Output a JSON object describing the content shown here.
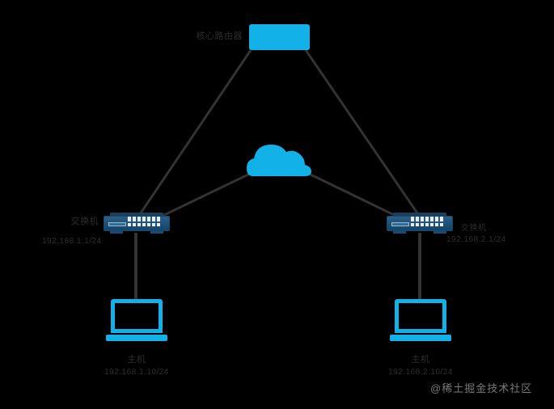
{
  "diagram": {
    "title": "network-topology-diagram",
    "background_color": "#000000",
    "accent_color": "#12b1e8",
    "device_color": "#1d4f77",
    "line_color": "#333333",
    "label_color": "#2d2d2d"
  },
  "nodes": {
    "router": {
      "label": "核心路由器",
      "type": "router",
      "color": "#12b1e8"
    },
    "cloud": {
      "label": "",
      "type": "cloud",
      "color": "#12b1e8"
    },
    "switch_left": {
      "label": "交换机",
      "sub_label": "192.168.1.1/24",
      "type": "switch"
    },
    "switch_right": {
      "label": "交换机",
      "sub_label": "192.168.2.1/24",
      "type": "switch"
    },
    "pc_left": {
      "label": "主机",
      "sub_label": "192.168.1.10/24",
      "type": "laptop"
    },
    "pc_right": {
      "label": "主机",
      "sub_label": "192.168.2.10/24",
      "type": "laptop"
    }
  },
  "links": [
    {
      "from": "switch_left",
      "to": "router"
    },
    {
      "from": "switch_right",
      "to": "router"
    },
    {
      "from": "switch_left",
      "to": "cloud"
    },
    {
      "from": "switch_right",
      "to": "cloud"
    },
    {
      "from": "pc_left",
      "to": "switch_left"
    },
    {
      "from": "pc_right",
      "to": "switch_right"
    }
  ],
  "watermark": {
    "text": "@稀土掘金技术社区"
  }
}
